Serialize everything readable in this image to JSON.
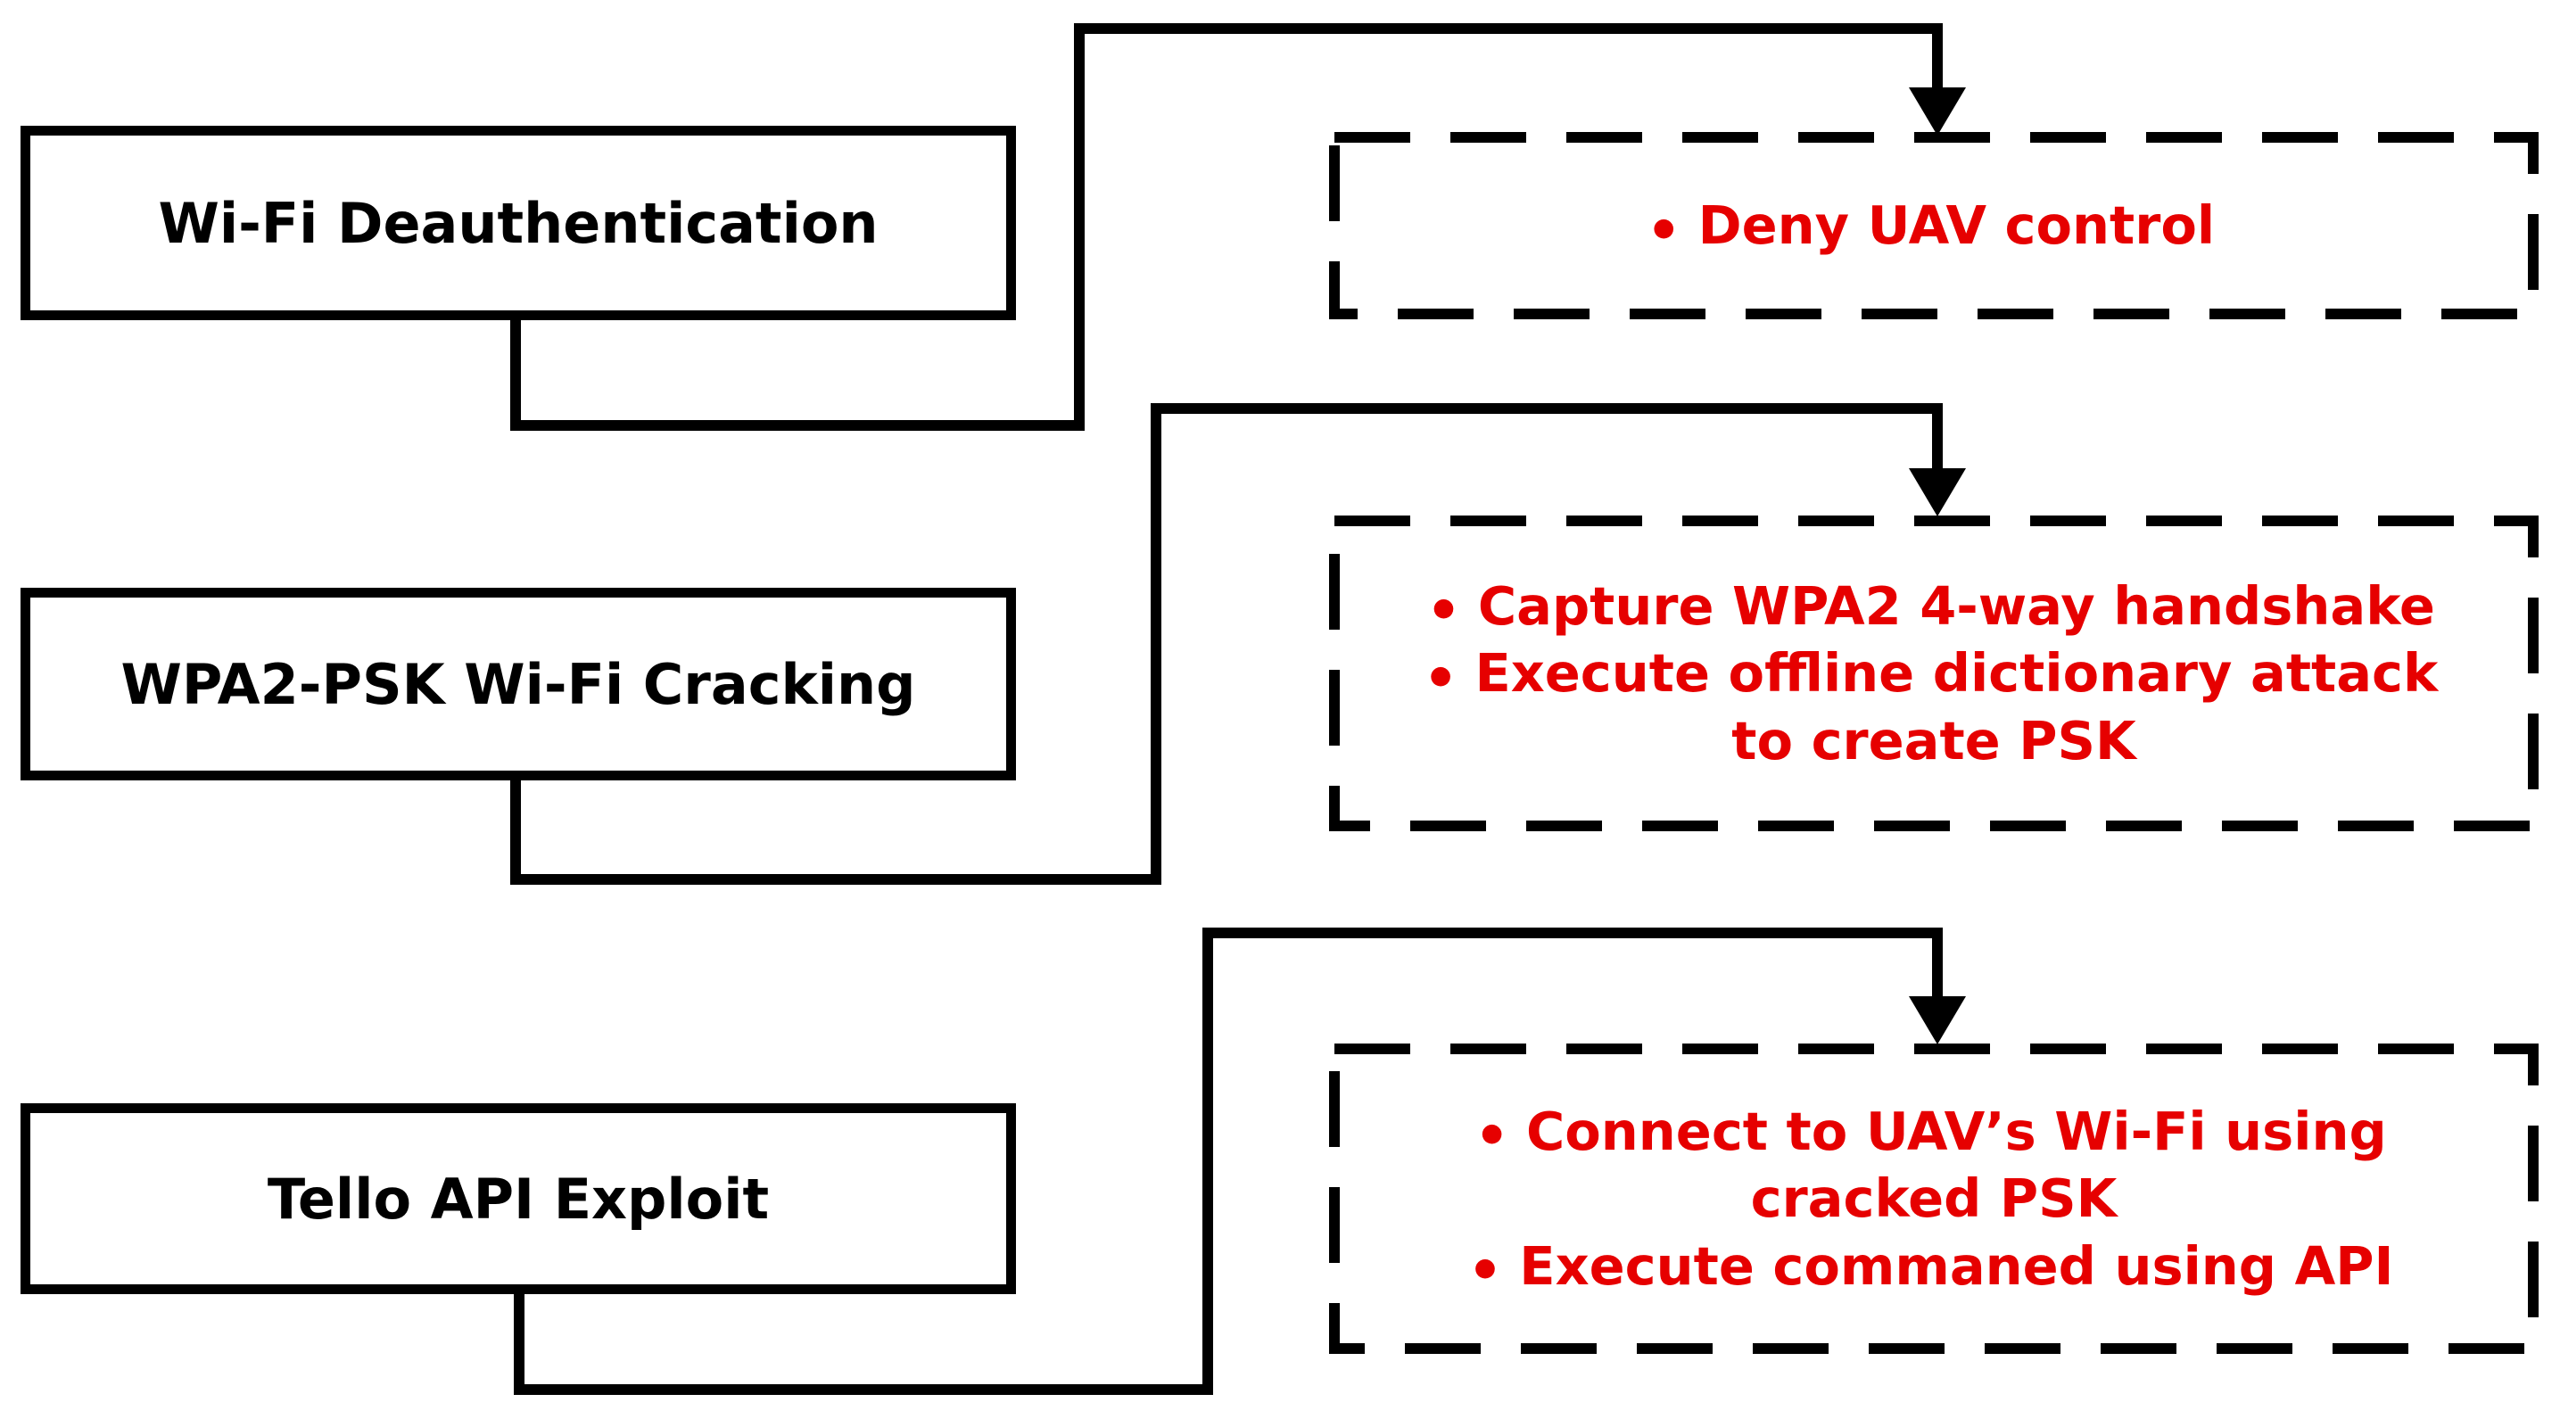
{
  "diagram": {
    "background": "#ffffff",
    "line_color": "#000000",
    "attack_text_color": "#000000",
    "effect_text_color": "#e60000",
    "bullet_glyph": "●",
    "attack_boxes": [
      {
        "label": "Wi-Fi Deauthentication"
      },
      {
        "label": "WPA2-PSK Wi-Fi Cracking"
      },
      {
        "label": "Tello API Exploit"
      }
    ],
    "effect_boxes": [
      {
        "lines": [
          {
            "bullet": true,
            "text": "Deny UAV control"
          }
        ]
      },
      {
        "lines": [
          {
            "bullet": true,
            "text": "Capture WPA2 4-way handshake"
          },
          {
            "bullet": true,
            "text": "Execute offline dictionary attack"
          },
          {
            "bullet": false,
            "text": "to create PSK"
          }
        ]
      },
      {
        "lines": [
          {
            "bullet": true,
            "text": "Connect to UAV’s Wi-Fi using"
          },
          {
            "bullet": false,
            "text": "cracked PSK"
          },
          {
            "bullet": true,
            "text": "Execute commaned using API"
          }
        ]
      }
    ]
  }
}
